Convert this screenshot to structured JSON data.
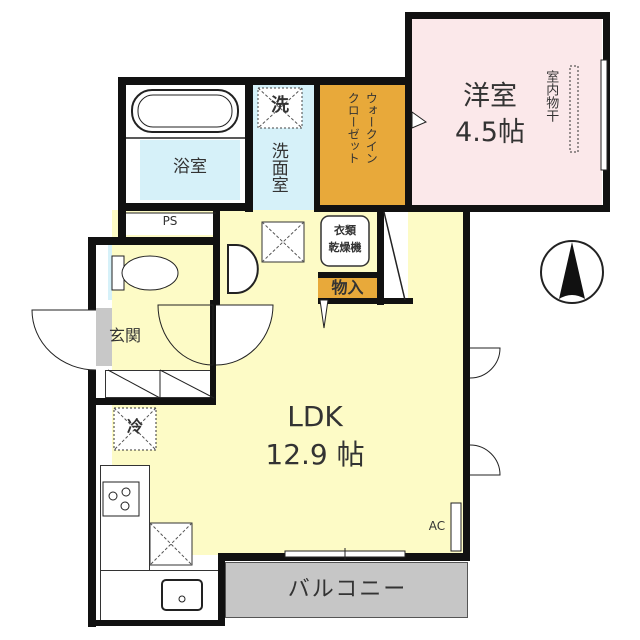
{
  "floorplan": {
    "rooms": {
      "western_room": {
        "name": "洋室",
        "size": "4.5帖",
        "color": "#fbe8ea"
      },
      "indoor_drying": {
        "label": "室内物干"
      },
      "walk_in_closet": {
        "label_line1": "ウォークイン",
        "label_line2": "クローゼット",
        "color": "#e8a93a"
      },
      "bathroom": {
        "label": "浴室",
        "color": "#d6f1f9"
      },
      "washroom": {
        "label": "洗面室",
        "color": "#d6f1f9"
      },
      "washer": {
        "label": "洗"
      },
      "dryer": {
        "line1": "衣類",
        "line2": "乾燥機"
      },
      "storage": {
        "label": "物入",
        "color": "#e8a93a"
      },
      "ps": {
        "label": "PS"
      },
      "toilet": {
        "color": "#d6f1f9"
      },
      "entrance": {
        "label": "玄関",
        "color": "#c8c8c8"
      },
      "ldk": {
        "name": "LDK",
        "size": "12.9 帖",
        "color": "#fdfbc6"
      },
      "fridge": {
        "label": "冷"
      },
      "ac": {
        "label": "AC"
      },
      "balcony": {
        "label": "バルコニー",
        "color": "#c6c6c6"
      }
    },
    "compass": {
      "direction": "north-up"
    }
  }
}
